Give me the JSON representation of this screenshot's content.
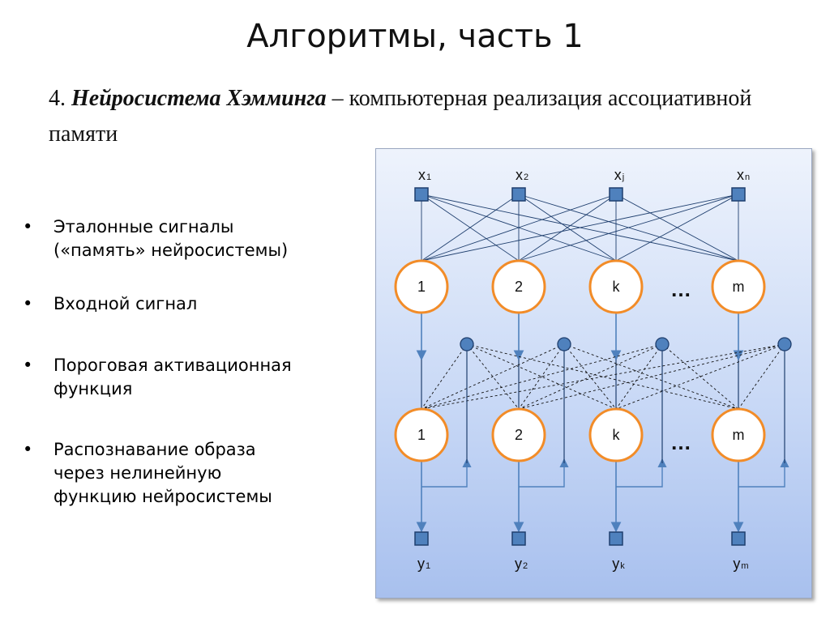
{
  "slide": {
    "title": "Алгоритмы, часть 1",
    "subtitle_number": "4. ",
    "subtitle_bold": "Нейросистема Хэмминга",
    "subtitle_rest": " – компьютерная реализация ассоциативной памяти"
  },
  "bullets": [
    {
      "line1": "Эталонные сигналы",
      "line2": "(«память» нейросистемы)",
      "line3": ""
    },
    {
      "line1": "Входной сигнал",
      "line2": "",
      "line3": ""
    },
    {
      "line1": "Пороговая активационная",
      "line2": "функция",
      "line3": ""
    },
    {
      "line1": "Распознавание образа",
      "line2": "через нелинейную",
      "line3": "функцию нейросистемы"
    }
  ],
  "bullet_symbol": "•",
  "diagram": {
    "inputs": [
      {
        "base": "x",
        "sub": "1"
      },
      {
        "base": "x",
        "sub": "2"
      },
      {
        "base": "x",
        "sub": "j"
      },
      {
        "base": "x",
        "sub": "n"
      }
    ],
    "layer1": [
      "1",
      "2",
      "k",
      "m"
    ],
    "layer2": [
      "1",
      "2",
      "k",
      "m"
    ],
    "outputs": [
      {
        "base": "y",
        "sub": "1"
      },
      {
        "base": "y",
        "sub": "2"
      },
      {
        "base": "y",
        "sub": "k"
      },
      {
        "base": "y",
        "sub": "m"
      }
    ],
    "ellipsis": "…",
    "colors": {
      "node_fill": "#ffffff",
      "node_stroke": "#f28c28",
      "square_fill": "#4f81bd",
      "square_stroke": "#1f3f6e",
      "line": "#1f3f6e",
      "feedback_dot": "#4f81bd"
    }
  }
}
